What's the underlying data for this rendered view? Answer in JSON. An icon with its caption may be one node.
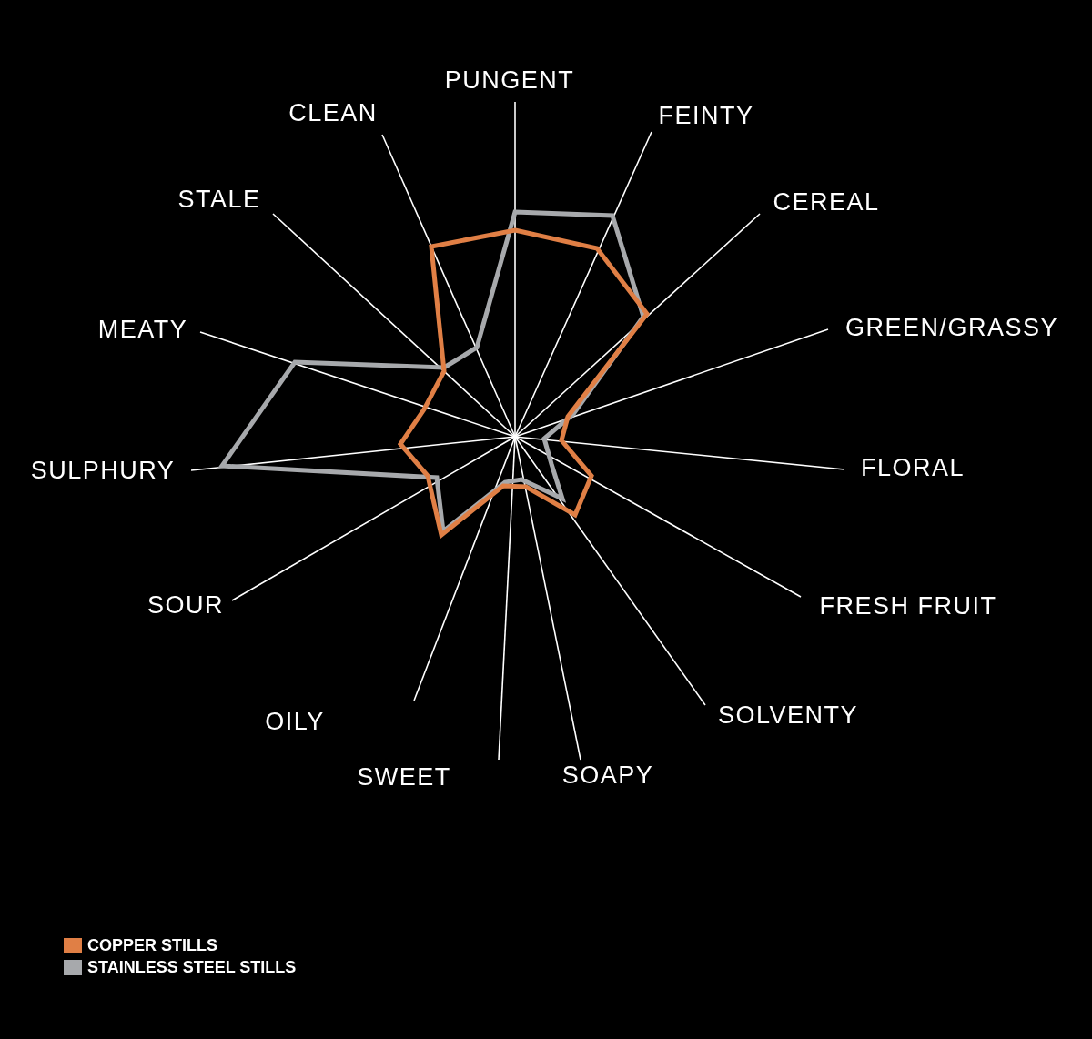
{
  "diagram": {
    "labels": [
      "PUNGENT",
      "FEINTY",
      "CEREAL",
      "GREEN/GRASSY",
      "FLORAL",
      "FRESH FRUIT",
      "SOLVENTY",
      "SOAPY",
      "SWEET",
      "OILY",
      "SOUR",
      "SULPHURY",
      "MEATY",
      "STALE",
      "CLEAN"
    ],
    "legend": [
      {
        "text": "COPPER STILLS",
        "color": "#e07f45"
      },
      {
        "text": "STAINLESS STEEL STILLS",
        "color": "#a7a9ac"
      }
    ]
  }
}
